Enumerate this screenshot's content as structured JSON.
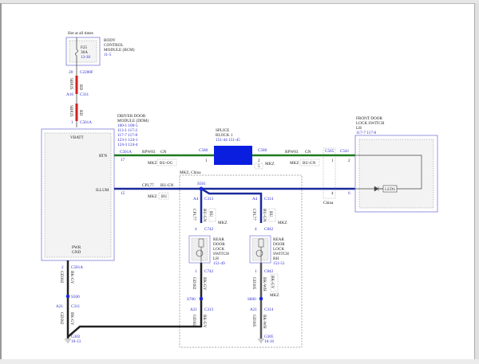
{
  "colors": {
    "red_wire": "#d42020",
    "green_wire": "#1f7a1f",
    "blue_wire": "#1a2a9a",
    "ground_wire": "#222222",
    "ref_text": "#2b2bd0",
    "module_outline": "#6a6ad8",
    "splice_fill": "#0a1ee0"
  },
  "bcm": {
    "hot": "Hot at all times",
    "title1": "BODY",
    "title2": "CONTROL",
    "title3": "MODULE (BCM)",
    "ref": "11-5",
    "fuse": "F25",
    "amps": "30A",
    "fuse_ref": "13-30",
    "fuse_icon": "fuse-icon"
  },
  "feed": {
    "pin_top": "28",
    "conn_top": "C2280F",
    "circuit": "SBP25",
    "color": "RD",
    "pin_mid": "A16",
    "conn_mid": "C311",
    "pin_bot": "1",
    "conn_bot": "C501A"
  },
  "ddm": {
    "title1": "DRIVER DOOR",
    "title2": "MODULE (DDM)",
    "refs": [
      "100-1  100-5",
      "113-1  117-2",
      "117-7  117-8",
      "123-1  124-1",
      "124-3  124-4"
    ],
    "vbatt": "VBATT",
    "rtn": "RTN",
    "illum": "ILLUM",
    "pwr": "PWR",
    "gnd": "GND",
    "rtn_conn": "C501A",
    "rtn_pin": "17",
    "illum_pin": "15",
    "gnd_pin": "2",
    "gnd_conn": "C501A"
  },
  "rtn_wire": {
    "circuit": "RPW83",
    "color": "GN",
    "mkz": "MKZ",
    "alt": "BU-OG",
    "conn_l": "C580",
    "pin_l": "1",
    "conn_r": "C580",
    "pin_r": "2",
    "pin_r2": "5",
    "mkz2": "MKZ",
    "circuit2": "RPW83",
    "color2": "GN",
    "mkz3": "MKZ",
    "alt2": "BU-GN"
  },
  "splice": {
    "title1": "SPLICE",
    "title2": "BLOCK 1",
    "refs": "151-44  151-45"
  },
  "illum_wire": {
    "circuit": "CPL77",
    "color": "BU-GN",
    "mkz": "MKZ",
    "alt": "BU",
    "variant_label": "MKZ, China",
    "splice": "S501"
  },
  "c505": {
    "conn": "C505",
    "conn2": "C541",
    "pin_a": "1",
    "pin_b": "2",
    "pin_c": "4",
    "pin_d": "6",
    "china": "China"
  },
  "front_switch": {
    "title1": "FRONT DOOR",
    "title2": "LOCK SWITCH",
    "title3": "LH",
    "refs": "117-7  117-8",
    "leds": "LEDS",
    "diode_icon": "diode-icon"
  },
  "lh": {
    "pin_a": "A4",
    "conn_a": "C313",
    "circuit": "CPL77",
    "color": "BU-GN",
    "alt": "BU",
    "mkz": "MKZ",
    "pin_b": "4",
    "conn_b": "C742",
    "title": [
      "REAR",
      "DOOR",
      "LOCK",
      "SWITCH",
      "LH"
    ],
    "ref": "151-49",
    "pin_c": "1",
    "conn_c": "C742",
    "gcirc": "GD382",
    "gcolor": "BK-GY",
    "splice": "S700",
    "pin_d": "A21",
    "conn_d": "C313",
    "gcirc2": "GD382",
    "gcolor2": "BK-GY"
  },
  "rh": {
    "pin_a": "A4",
    "conn_a": "C314",
    "circuit": "CPL77",
    "color": "BU-GN",
    "alt": "BU",
    "mkz": "MKZ",
    "pin_b": "4",
    "conn_b": "C842",
    "title": [
      "REAR",
      "DOOR",
      "LOCK",
      "SWITCH",
      "RH"
    ],
    "ref": "151-51",
    "pin_c": "1",
    "conn_c": "C842",
    "gcirc": "GD385",
    "gcolor": "BK-WH",
    "alt2": "BK-GY",
    "mkz2": "MKZ",
    "splice": "S800",
    "pin_d": "A21",
    "conn_d": "C314",
    "gcirc2": "GD385",
    "gcolor2": "BK-WH",
    "ground": "G305",
    "ground_ref": "10-16"
  },
  "ddm_ground": {
    "circuit": "GD382",
    "color": "BK-GY",
    "splice": "S500",
    "pin": "A21",
    "conn": "C311",
    "circuit2": "GD382",
    "color2": "BK-GY",
    "ground": "G302",
    "ground_ref": "10-13"
  }
}
